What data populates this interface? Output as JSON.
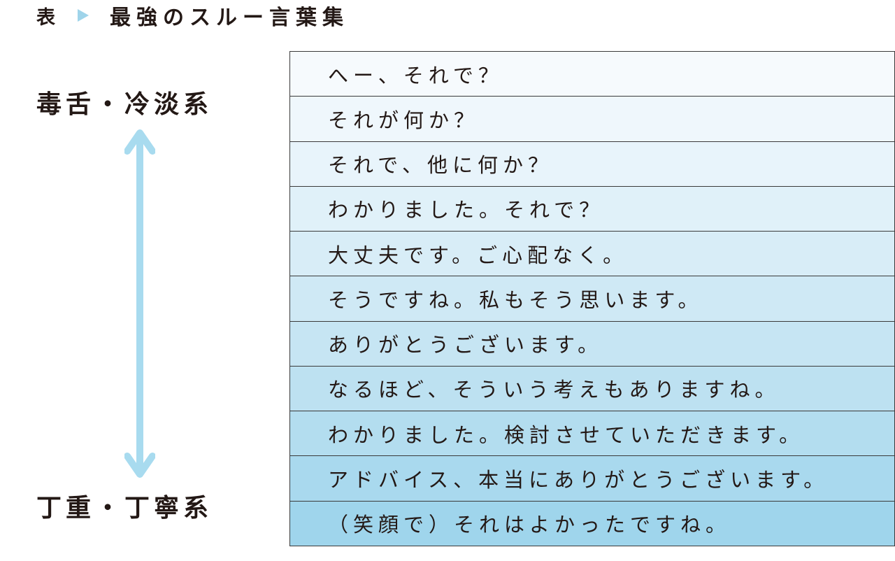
{
  "title": {
    "label": "表",
    "text": "最強のスルー言葉集"
  },
  "scale": {
    "top_label": "毒舌・冷淡系",
    "bottom_label": "丁重・丁寧系"
  },
  "colors": {
    "accent": "#a8dbef",
    "text": "#231815"
  },
  "rows": [
    {
      "text": "へー、それで？",
      "bg": "#f6fafd"
    },
    {
      "text": "それが何か？",
      "bg": "#eff7fc"
    },
    {
      "text": "それで、他に何か？",
      "bg": "#e8f4fb"
    },
    {
      "text": "わかりました。それで？",
      "bg": "#e0f1f9"
    },
    {
      "text": "大丈夫です。ご心配なく。",
      "bg": "#d8edf7"
    },
    {
      "text": "そうですね。私もそう思います。",
      "bg": "#cfe9f5"
    },
    {
      "text": "ありがとうございます。",
      "bg": "#c6e5f3"
    },
    {
      "text": "なるほど、そういう考えもありますね。",
      "bg": "#bde1f1"
    },
    {
      "text": "わかりました。検討させていただきます。",
      "bg": "#b3ddef"
    },
    {
      "text": "アドバイス、本当にありがとうございます。",
      "bg": "#a9d9ee"
    },
    {
      "text": "（笑顔で）それはよかったですね。",
      "bg": "#9fd5ec"
    }
  ]
}
